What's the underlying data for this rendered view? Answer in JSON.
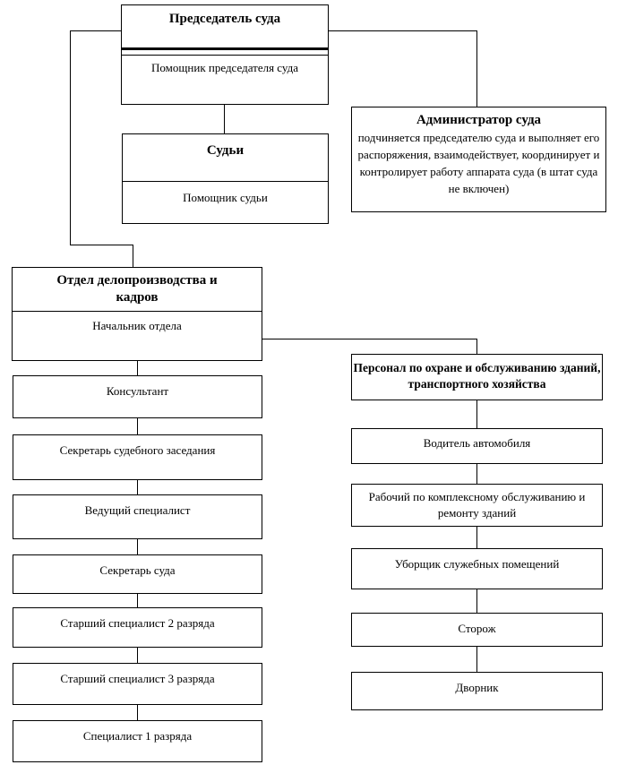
{
  "diagram": {
    "type": "court-org-chart",
    "chairman": {
      "title": "Председатель суда",
      "subordinate": "Помощник председателя суда"
    },
    "judges": {
      "title": "Судьи",
      "subordinate": "Помощник судьи"
    },
    "administrator": {
      "title": "Администратор суда",
      "description": "подчиняется председателю суда и выполняет его распоряжения, взаимодействует, координирует и контролирует работу аппарата суда (в штат суда не включен)"
    },
    "records_dept": {
      "title": "Отдел делопроизводства и кадров",
      "head": "Начальник отдела",
      "staff": [
        "Консультант",
        "Секретарь судебного заседания",
        "Ведущий специалист",
        "Секретарь суда",
        "Старший специалист 2 разряда",
        "Старший специалист 3 разряда",
        "Специалист 1 разряда"
      ]
    },
    "maintenance_dept": {
      "title": "Персонал по охране и обслуживанию зданий, транспортного хозяйства",
      "staff": [
        "Водитель автомобиля",
        "Рабочий по комплексному обслуживанию и ремонту зданий",
        "Уборщик служебных помещений",
        "Сторож",
        "Дворник"
      ]
    },
    "colors": {
      "border": "#000000",
      "background": "#ffffff",
      "text": "#000000"
    }
  }
}
